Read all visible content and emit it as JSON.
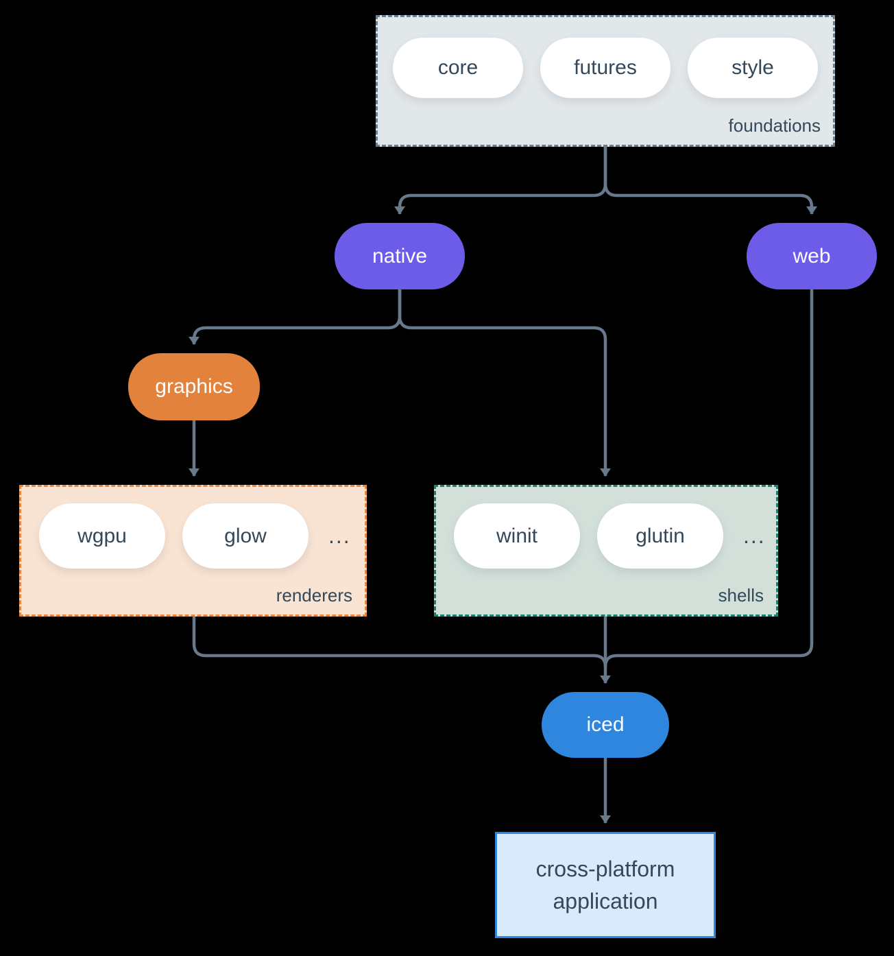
{
  "diagram": {
    "foundations": {
      "label": "foundations",
      "pills": [
        "core",
        "futures",
        "style"
      ]
    },
    "native": {
      "label": "native"
    },
    "web": {
      "label": "web"
    },
    "graphics": {
      "label": "graphics"
    },
    "renderers": {
      "label": "renderers",
      "pills": [
        "wgpu",
        "glow"
      ],
      "ellipsis": "..."
    },
    "shells": {
      "label": "shells",
      "pills": [
        "winit",
        "glutin"
      ],
      "ellipsis": "..."
    },
    "iced": {
      "label": "iced"
    },
    "application": {
      "label": "cross-platform application"
    },
    "colors": {
      "background": "#000000",
      "connector": "#68798c",
      "node_purple": "#6c5ce8",
      "node_orange": "#e2823c",
      "node_blue": "#2e86de",
      "foundations_bg": "#e2e7ea",
      "foundations_border": "#6b7f94",
      "renderers_bg": "#f9e3d3",
      "renderers_border": "#e8873d",
      "shells_bg": "#d3e0da",
      "shells_border": "#1d8170",
      "application_bg": "#d9eafa",
      "application_border": "#2e86de",
      "pill_bg": "#ffffff",
      "text_dark": "#33485a",
      "text_light": "#ffffff"
    }
  }
}
